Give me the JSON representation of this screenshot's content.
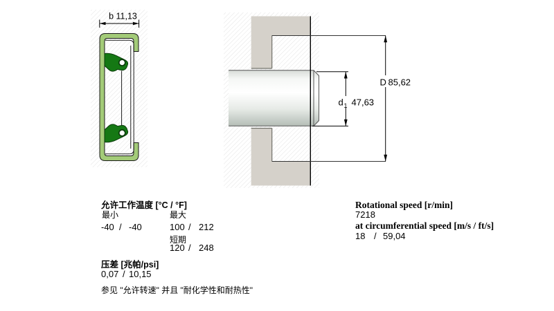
{
  "colors": {
    "case_green": "#a3cb78",
    "lip_green": "#157814",
    "housing_gray": "#d5d1ca",
    "line_black": "#1a1a1a",
    "background": "#ffffff"
  },
  "seal_view": {
    "width_dim": "b 11,13"
  },
  "mount_view": {
    "shaft_dim": {
      "symbol": "d",
      "subscript": "1",
      "value": "47,63"
    },
    "bore_dim": {
      "symbol": "D",
      "value": "85,62"
    }
  },
  "operating_temperature": {
    "header": "允许工作温度 [°C / °F]",
    "min_label": "最小",
    "max_label": "最大",
    "separator": "/",
    "min_c": "-40",
    "min_f": "-40",
    "max_c": "100",
    "max_f": "212",
    "short_term_label": "短期",
    "short_c": "120",
    "short_f": "248"
  },
  "pressure_differential": {
    "header": "压差 [兆帕/psi]",
    "separator": "/",
    "mpa": "0,07",
    "psi": "10,15"
  },
  "note": "参见 \"允许转速\" 并且 \"耐化学性和耐热性\"",
  "speed": {
    "rotational_header": "Rotational speed [r/min]",
    "rotational_value": "7218",
    "circumferential_header": "at circumferential speed [m/s / ft/s]",
    "separator": "/",
    "m_s": "18",
    "ft_s": "59,04"
  }
}
